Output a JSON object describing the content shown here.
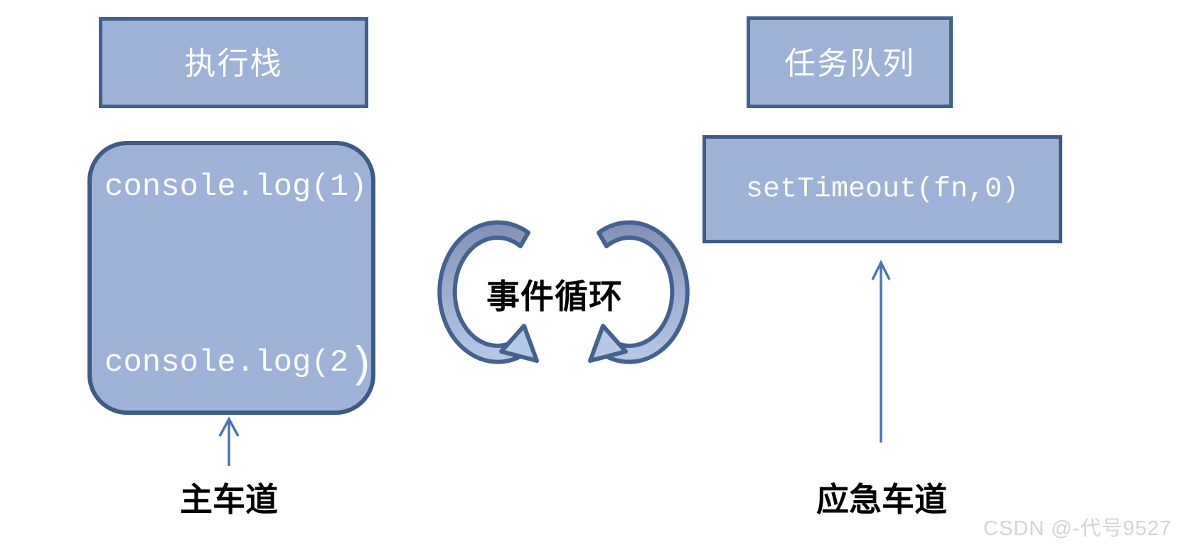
{
  "diagram": {
    "execution_stack": {
      "title": "执行栈",
      "code_line_1": "console.log(1)",
      "code_line_2": "console.log(2",
      "code_line_2_suffix": ")",
      "lane_label": "主车道"
    },
    "event_loop": {
      "label": "事件循环"
    },
    "task_queue": {
      "title": "任务队列",
      "code_line_1": "setTimeout(fn,0)",
      "lane_label": "应急车道"
    },
    "watermark": "CSDN @-代号9527",
    "colors": {
      "box_fill": "#9db2d6",
      "box_border": "#41608e",
      "rounded_border": "#3e5b88",
      "header_text": "#ffffff",
      "code_text": "#fdfdfd",
      "label_text": "#000000",
      "arrow_line": "#4d72b6",
      "band_light": "#b5c8e8",
      "band_dark": "#8191b5",
      "band_outline": "#45628e",
      "watermark_color": "#d4d4d4",
      "page_bg": "#ffffff"
    }
  }
}
